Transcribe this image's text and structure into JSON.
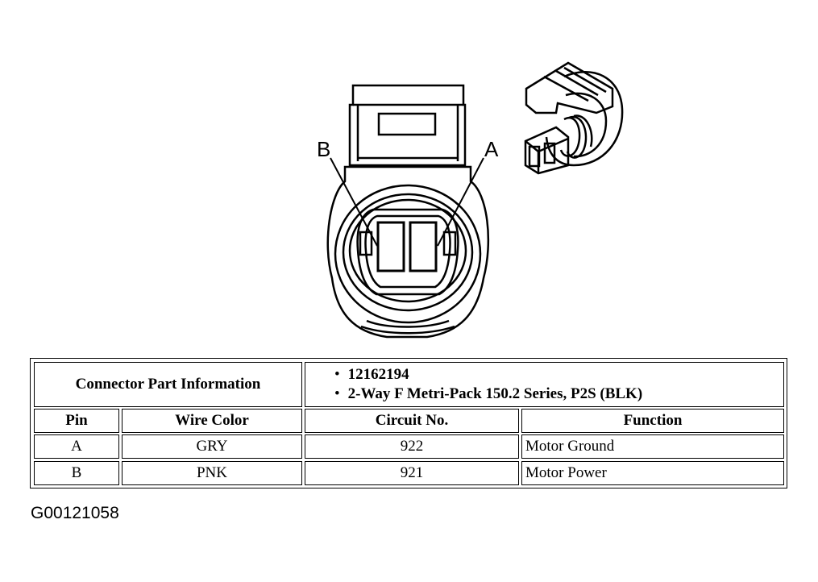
{
  "pin_labels": {
    "left": "B",
    "right": "A"
  },
  "connector_info": {
    "header": "Connector Part Information",
    "items": [
      "12162194",
      "2-Way F Metri-Pack 150.2 Series, P2S (BLK)"
    ]
  },
  "columns": [
    "Pin",
    "Wire Color",
    "Circuit No.",
    "Function"
  ],
  "rows": [
    {
      "pin": "A",
      "wire_color": "GRY",
      "circuit": "922",
      "function": "Motor Ground"
    },
    {
      "pin": "B",
      "wire_color": "PNK",
      "circuit": "921",
      "function": "Motor Power"
    }
  ],
  "figure_id": "G00121058"
}
